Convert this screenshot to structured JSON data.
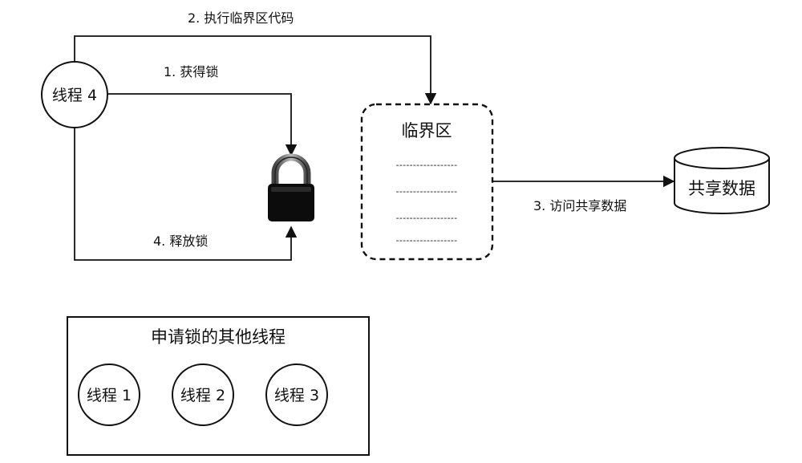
{
  "diagram": {
    "steps": {
      "execute": "2. 执行临界区代码",
      "acquire": "1. 获得锁",
      "release": "4. 释放锁",
      "access": "3. 访问共享数据"
    },
    "thread4": {
      "label": "线程 4"
    },
    "critical_section": {
      "title": "临界区",
      "code_lines": [
        "------------------",
        "------------------",
        "------------------",
        "------------------"
      ]
    },
    "shared_data": {
      "label": "共享数据"
    },
    "waiting": {
      "title": "申请锁的其他线程",
      "threads": [
        "线程 1",
        "线程 2",
        "线程 3"
      ]
    },
    "icons": {
      "lock": "padlock-icon"
    }
  }
}
